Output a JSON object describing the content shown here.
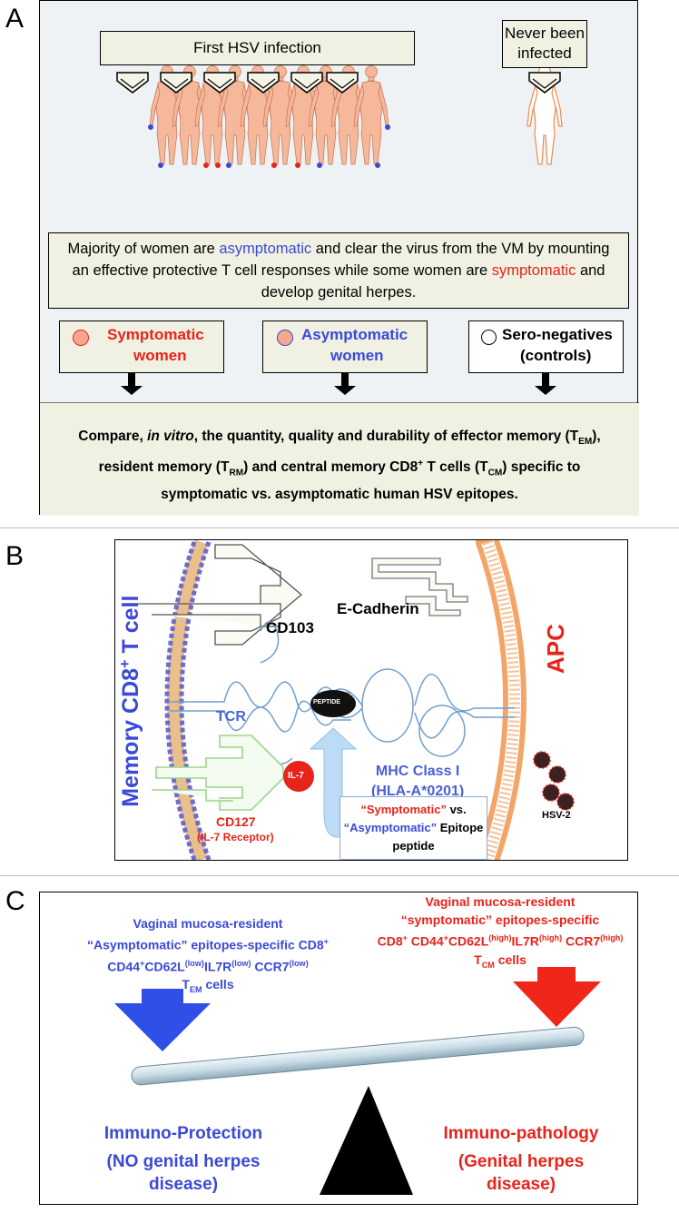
{
  "panel_letters": {
    "a": "A",
    "b": "B",
    "c": "C"
  },
  "panelA": {
    "first_infection": "First HSV infection",
    "never_infected_line1": "Never been",
    "never_infected_line2": "infected",
    "majority_text": {
      "p1": "Majority of women are ",
      "asymptomatic": "asymptomatic",
      "p2": " and clear the virus from the VM by mounting an effective protective T cell responses while some women are ",
      "symptomatic": "symptomatic",
      "p3": " and develop genital herpes."
    },
    "groups": [
      {
        "line1": "Symptomatic",
        "line2": "women",
        "color": "#e8231a"
      },
      {
        "line1": "Asymptomatic",
        "line2": "women",
        "color": "#3a49d8"
      },
      {
        "line1": "Sero-negatives",
        "line2": "(controls)",
        "color": "#000000"
      }
    ],
    "compare": {
      "p1": "Compare, ",
      "invitro": "in vitro",
      "p2": ", the quantity, quality and durability of effector memory (T",
      "em": "EM",
      "p3": "), resident memory (T",
      "rm": "RM",
      "p4": ") and central memory CD8",
      "plus": "+",
      "p5": " T cells (T",
      "cm": "CM",
      "p6": ") specific to symptomatic vs. asymptomatic human HSV epitopes."
    }
  },
  "panelB": {
    "memory_cd8_a": "Memory CD8",
    "memory_cd8_plus": "+",
    "memory_cd8_b": " T cell",
    "cd103": "CD103",
    "e_cadherin": "E-Cadherin",
    "apc": "APC",
    "tcr": "TCR",
    "peptide": "PEPTIDE",
    "mhc_line1": "MHC Class I",
    "mhc_line2": "(HLA-A*0201)",
    "hsv2": "HSV-2",
    "il7": "IL-7",
    "cd127": "CD127",
    "il7_receptor": "(IL-7 Receptor)",
    "epitope": {
      "symptomatic": "“Symptomatic”",
      "vs": " vs.",
      "asymptomatic": "“Asymptomatic”",
      "epitope": " Epitope",
      "peptide": "peptide"
    }
  },
  "panelC": {
    "left_label": {
      "l1": "Vaginal mucosa-resident",
      "l2": "“Asymptomatic” epitopes-specific CD8",
      "l2_sup": "+",
      "l3a": "CD44",
      "l3_sup1": "+",
      "l3b": "CD62L",
      "l3_sup2": "(low)",
      "l3c": "IL7R",
      "l3_sup3": "(low)",
      "l3d": " CCR7",
      "l3_sup4": "(low)",
      "l4a": "T",
      "l4_sub": "EM",
      "l4b": " cells"
    },
    "right_label": {
      "l1": "Vaginal mucosa-resident",
      "l2": "“symptomatic” epitopes-specific",
      "l3a": "CD8",
      "l3_sup1": "+",
      "l3b": " CD44",
      "l3_sup2": "+",
      "l3c": "CD62L",
      "l3_sup3": "(high)",
      "l3d": "IL7R",
      "l3_sup4": "(high)",
      "l3e": " CCR7",
      "l3_sup5": "(high)",
      "l4a": "T",
      "l4_sub": "CM",
      "l4b": " cells"
    },
    "protection_line1": "Immuno-Protection",
    "protection_line2": "(NO genital herpes",
    "protection_line3": "disease)",
    "pathology_line1": "Immuno-pathology",
    "pathology_line2": "(Genital herpes",
    "pathology_line3": "disease)"
  },
  "colors": {
    "blue": "#3a49d8",
    "red": "#e8231a",
    "box": "#f1f1e3",
    "panel_bg": "#eef2f4"
  }
}
